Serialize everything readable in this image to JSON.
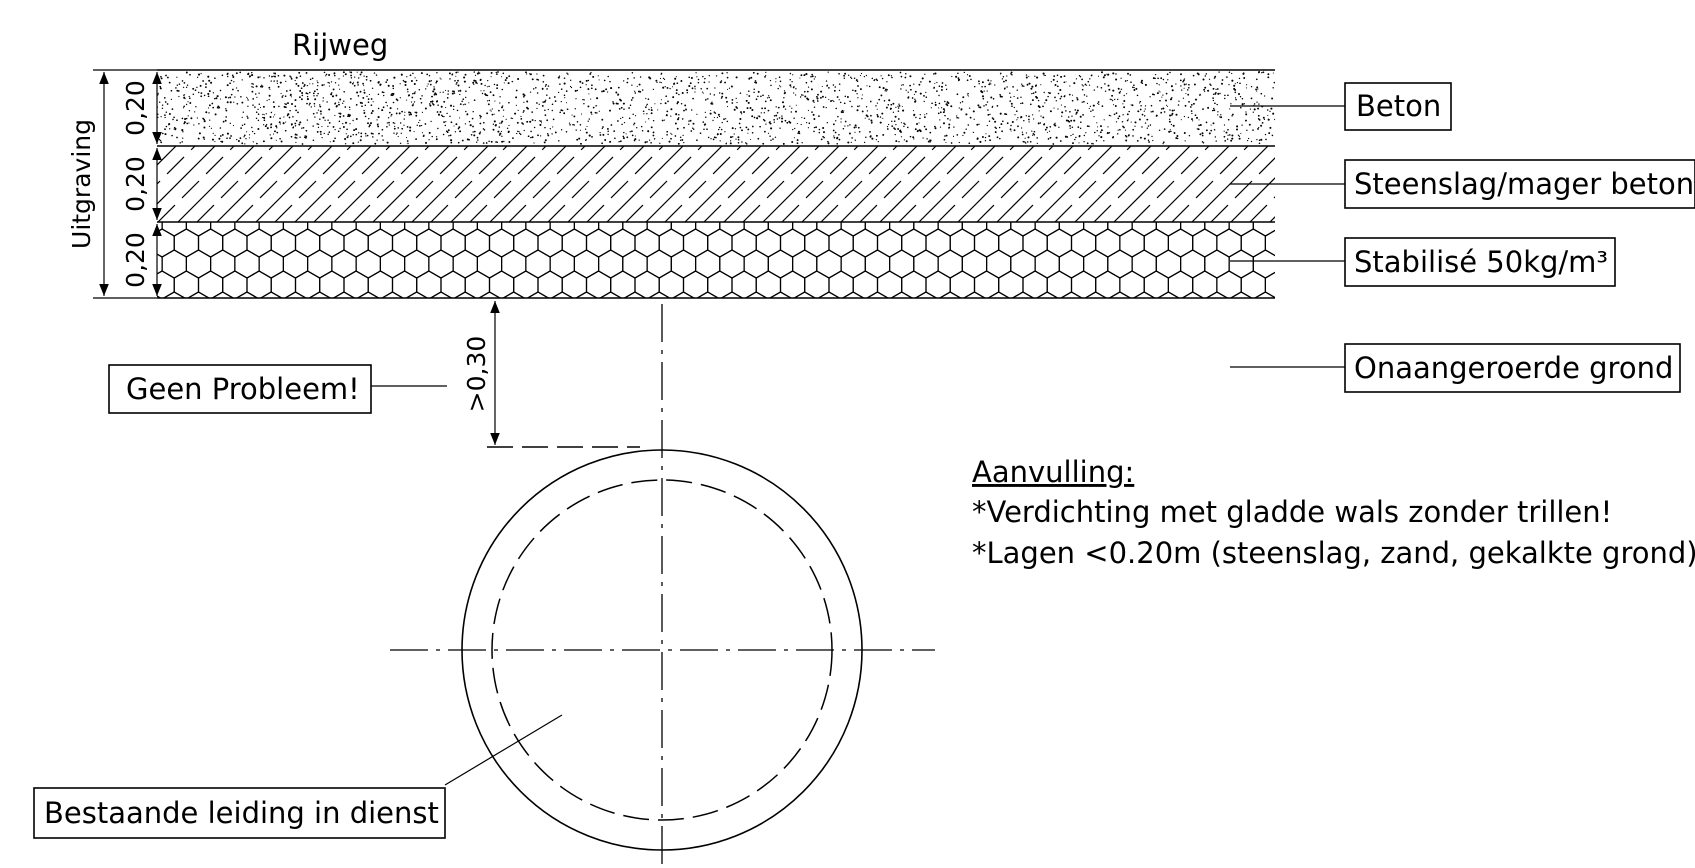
{
  "labels": {
    "road": "Rijweg",
    "excavation": "Uitgraving",
    "layer_concrete": "Beton",
    "layer_gravel": "Steenslag/mager beton",
    "layer_stabilise": "Stabilisé 50kg/m³",
    "undisturbed_soil": "Onaangeroerde grond",
    "no_problem": "Geen Probleem!",
    "existing_pipe": "Bestaande leiding in dienst"
  },
  "dimensions": {
    "concrete_thickness": "0,20",
    "gravel_thickness": "0,20",
    "stabilise_thickness": "0,20",
    "min_cover": ">0,30"
  },
  "notes": {
    "title": "Aanvulling:",
    "line1": "*Verdichting met gladde wals zonder trillen!",
    "line2": "*Lagen <0.20m (steenslag, zand, gekalkte grond)"
  }
}
